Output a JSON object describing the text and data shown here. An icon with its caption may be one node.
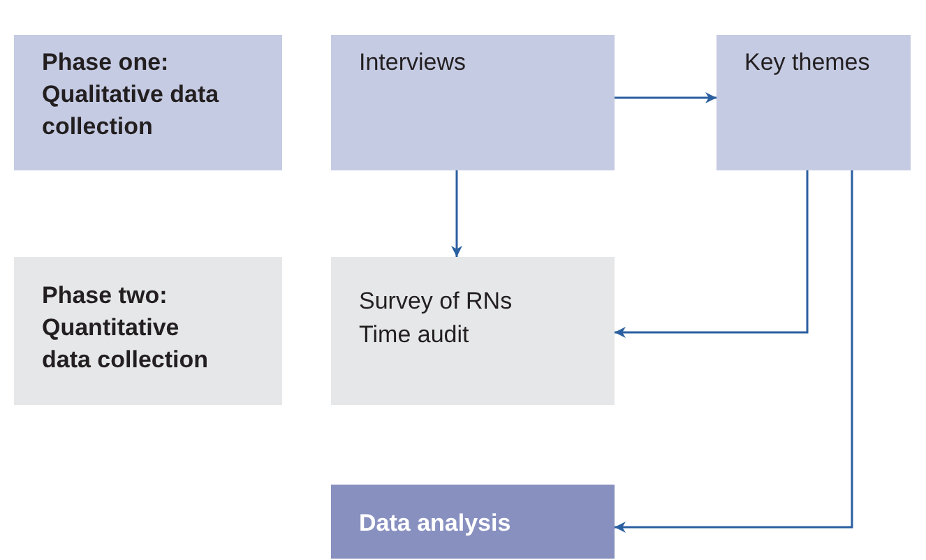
{
  "diagram": {
    "nodes": [
      {
        "text": [
          "Phase one: Qualitative data collection"
        ]
      },
      {
        "text": [
          "Interviews"
        ]
      },
      {
        "text": [
          "Key themes"
        ]
      },
      {
        "text": [
          "Phase two: Quantitative data collection"
        ]
      },
      {
        "text": [
          "Survey of RNs",
          "Time audit"
        ]
      },
      {
        "text": [
          "Data analysis"
        ]
      }
    ],
    "edges": [
      {
        "from": 1,
        "to": 2,
        "arrow": "to"
      },
      {
        "from": 1,
        "to": 4,
        "arrow": "to"
      },
      {
        "from": 2,
        "to": 4,
        "arrow": "to"
      },
      {
        "from": 2,
        "to": 5,
        "arrow": "to"
      }
    ]
  }
}
